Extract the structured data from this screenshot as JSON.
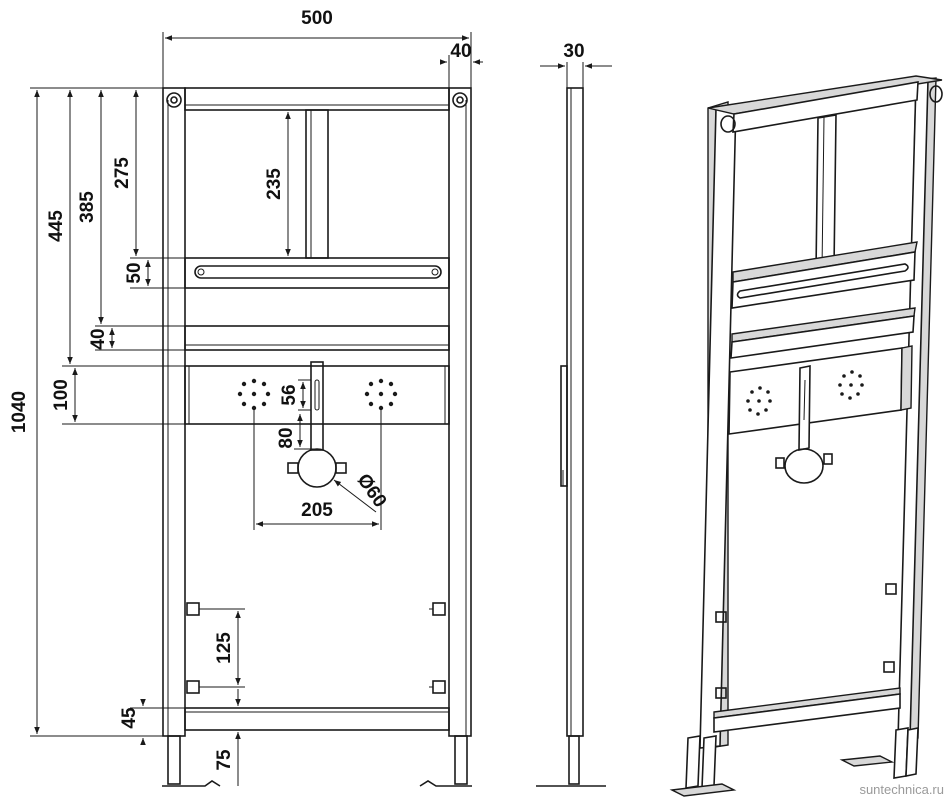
{
  "dimensions": {
    "width_total": "500",
    "width_post": "40",
    "depth": "30",
    "height_total": "1040",
    "h_445": "445",
    "h_385": "385",
    "h_275": "275",
    "h_235": "235",
    "h_50": "50",
    "h_40": "40",
    "h_100": "100",
    "h_56": "56",
    "h_80": "80",
    "pipe_diameter": "Ø60",
    "hole_spacing": "205",
    "h_125": "125",
    "h_45": "45",
    "h_75": "75"
  },
  "watermark": "suntechnica.ru"
}
